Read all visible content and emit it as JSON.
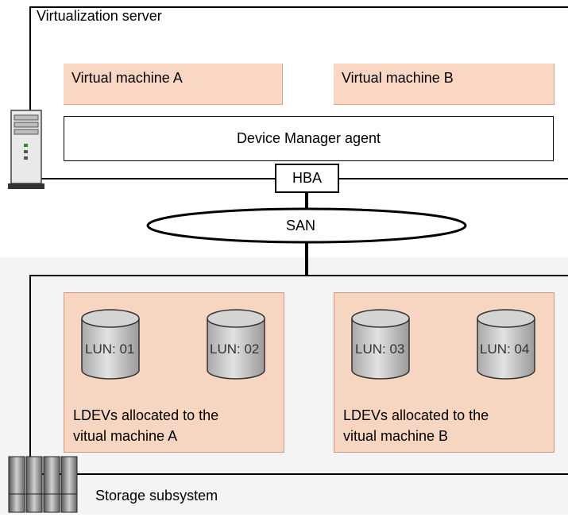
{
  "server": {
    "title": "Virtualization server",
    "vm_a": "Virtual machine A",
    "vm_b": "Virtual machine B",
    "agent": "Device Manager agent",
    "hba": "HBA"
  },
  "network": {
    "san": "SAN"
  },
  "storage": {
    "title": "Storage subsystem",
    "group_a": {
      "label_line1": "LDEVs allocated to the",
      "label_line2": "vitual machine A",
      "luns": [
        "LUN: 01",
        "LUN: 02"
      ]
    },
    "group_b": {
      "label_line1": "LDEVs allocated to the",
      "label_line2": "vitual machine B",
      "luns": [
        "LUN: 03",
        "LUN: 04"
      ]
    }
  },
  "colors": {
    "vm_fill": "#fad7c2",
    "ldev_group_fill": "#f6d6c1",
    "storage_background": "#f4f4f4",
    "cylinder_fill": "#c9c9c9"
  },
  "icons": {
    "server": "server-tower-icon",
    "storage": "storage-rack-icon",
    "lun": "disk-cylinder-icon"
  }
}
